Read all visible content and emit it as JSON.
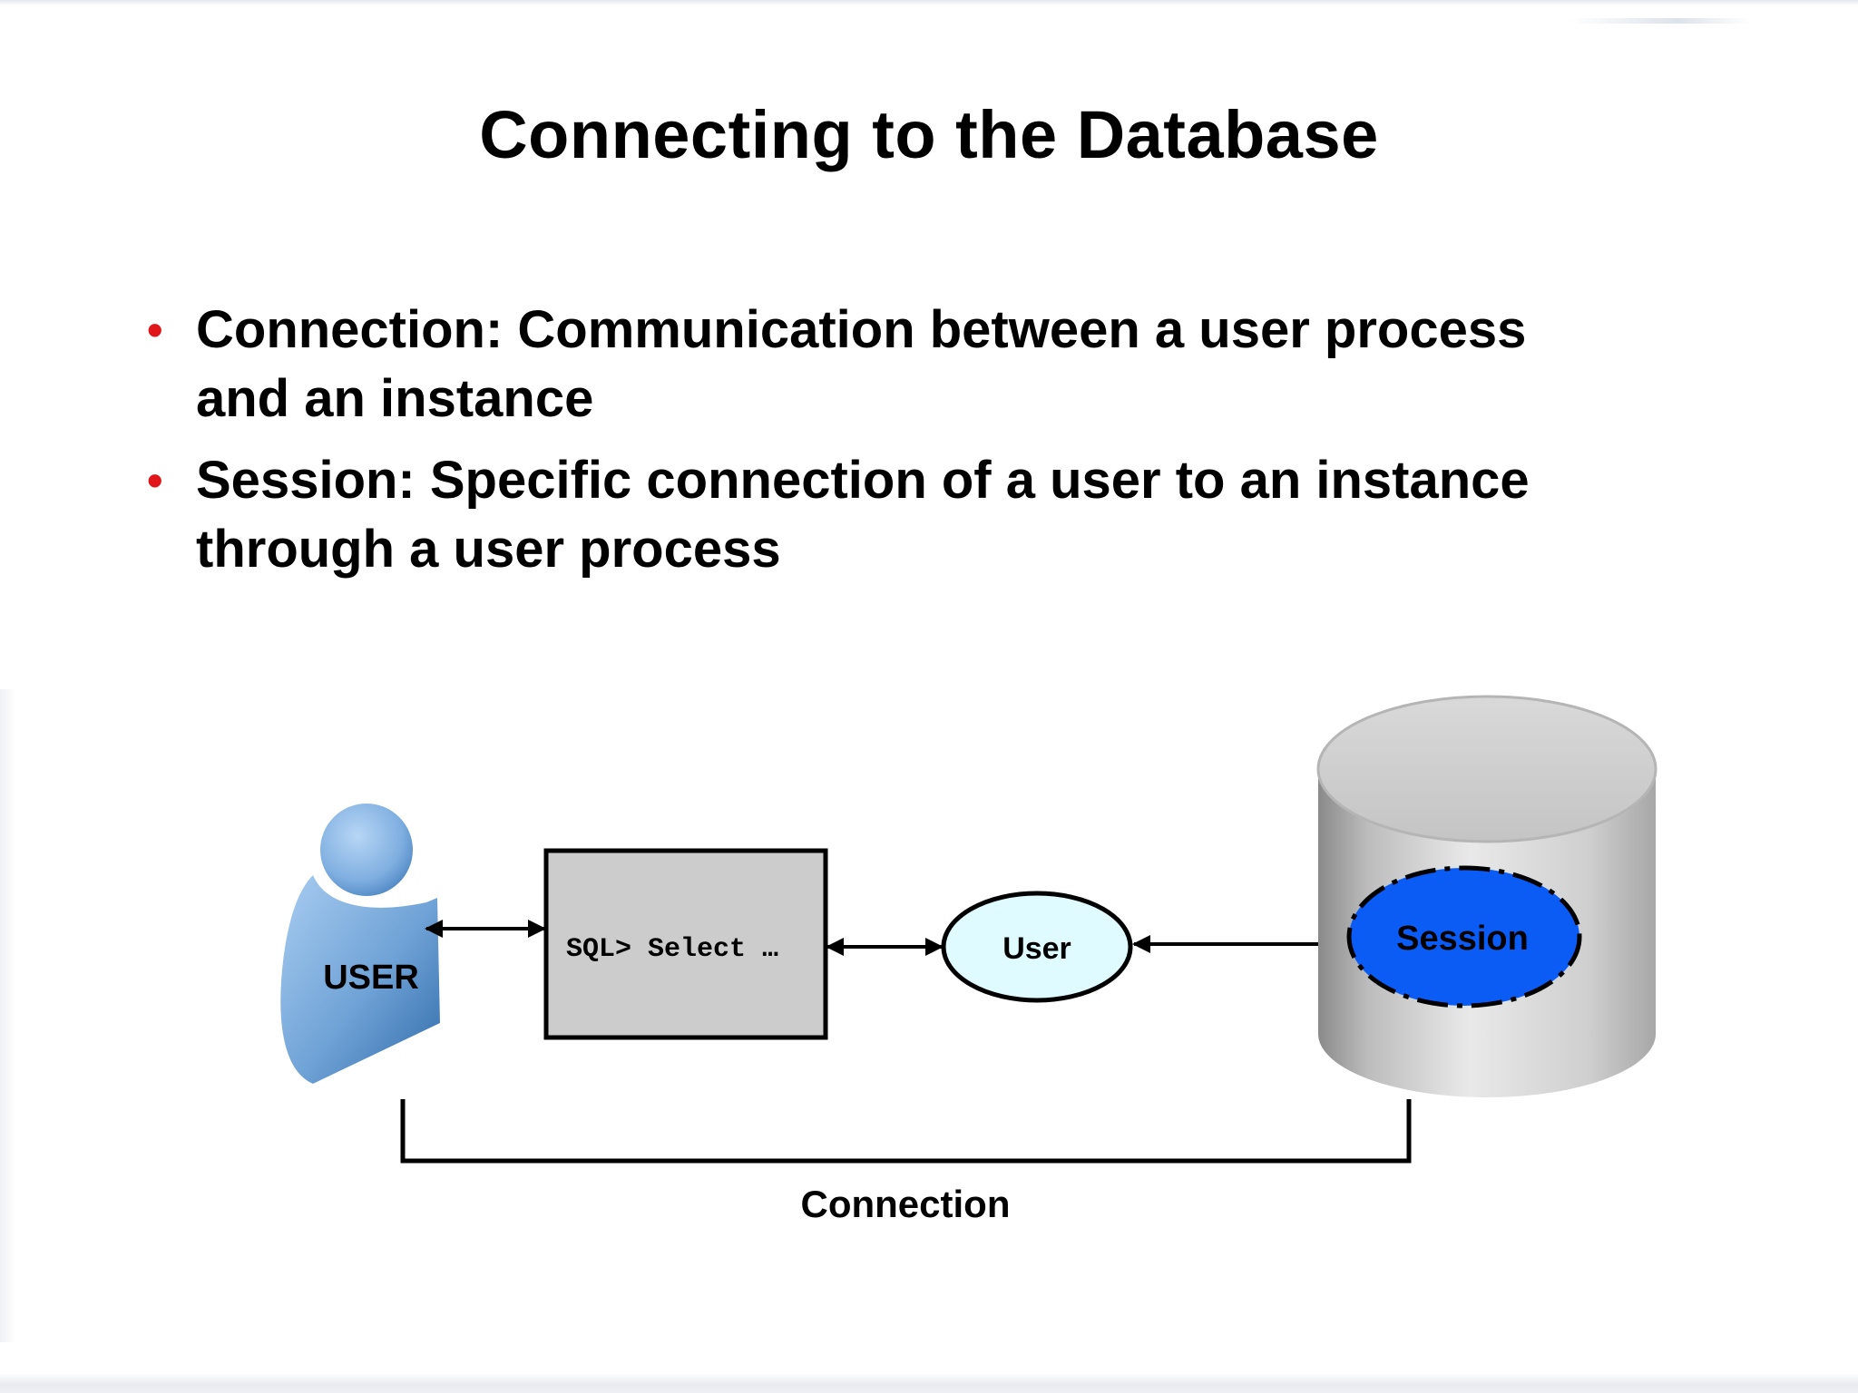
{
  "slide": {
    "title": "Connecting to the Database",
    "bullets": [
      {
        "line1": "Connection: Communication between a user process",
        "line2": "and an instance"
      },
      {
        "line1": "Session: Specific connection of a user to an instance",
        "line2": "through a user process"
      }
    ],
    "bullet_color": "#e0161b"
  },
  "diagram": {
    "user_label": "USER",
    "sql_box_text": "SQL> Select …",
    "user_process_label": "User",
    "session_label": "Session",
    "connection_label": "Connection",
    "colors": {
      "user_figure": "#6fa2d6",
      "sql_box": "#cccccc",
      "user_process": "#dffbff",
      "session": "#0a5cf5",
      "database": "#c8c8c8"
    },
    "icons": {
      "user": "user-figure-icon",
      "database": "database-cylinder-icon"
    }
  }
}
